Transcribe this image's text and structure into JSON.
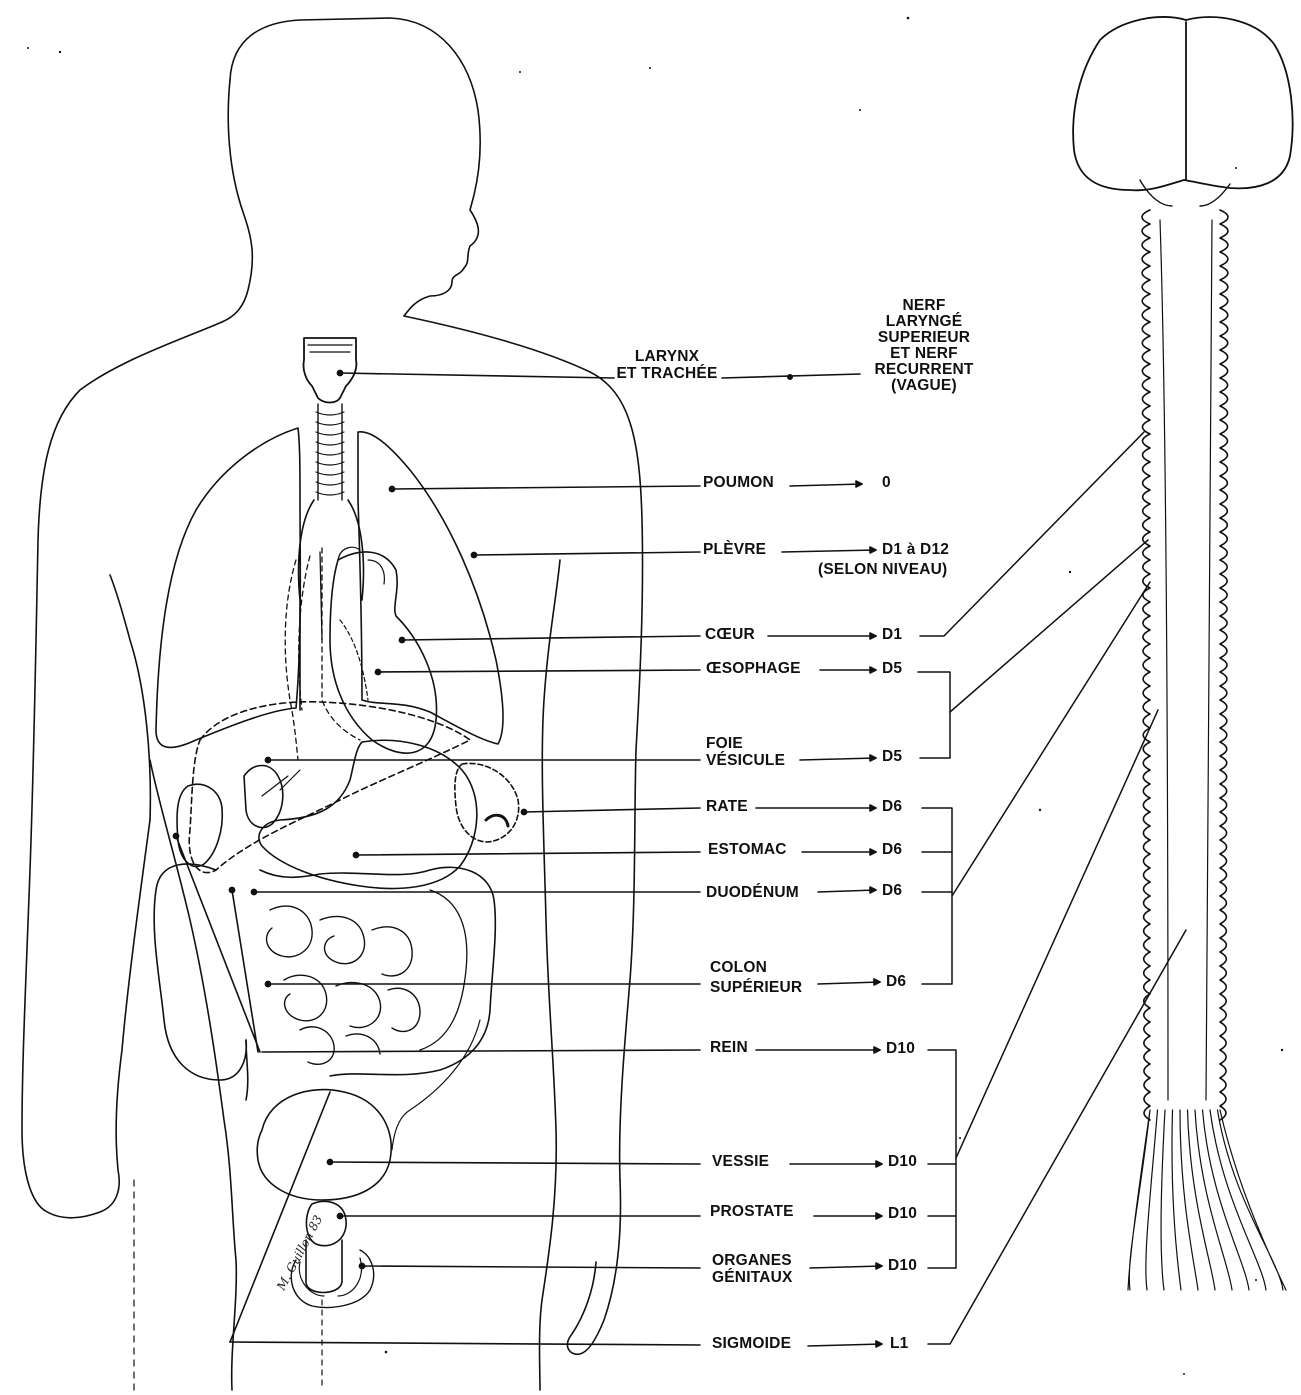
{
  "labels": {
    "larynx": [
      "LARYNX",
      "ET TRACHÉE"
    ],
    "nerve_larynx": [
      "NERF",
      "LARYNGÉ",
      "SUPERIEUR",
      "ET NERF",
      "RECURRENT",
      "(VAGUE)"
    ],
    "poumon": "POUMON",
    "poumon_level": "0",
    "plevre": "PLÈVRE",
    "plevre_level": "D1 à D12",
    "plevre_note": "(SELON NIVEAU)",
    "coeur": "CŒUR",
    "coeur_level": "D1",
    "oesophage": "ŒSOPHAGE",
    "oesophage_level": "D5",
    "foie": [
      "FOIE",
      "VÉSICULE"
    ],
    "foie_level": "D5",
    "rate": "RATE",
    "rate_level": "D6",
    "estomac": "ESTOMAC",
    "estomac_level": "D6",
    "duodenum": "DUODÉNUM",
    "duodenum_level": "D6",
    "colon": [
      "COLON",
      "SUPÉRIEUR"
    ],
    "colon_level": "D6",
    "rein": "REIN",
    "rein_level": "D10",
    "vessie": "VESSIE",
    "vessie_level": "D10",
    "prostate": "PROSTATE",
    "prostate_level": "D10",
    "organes": [
      "ORGANES",
      "GÉNITAUX"
    ],
    "organes_level": "D10",
    "sigmoide": "SIGMOIDE",
    "sigmoide_level": "L1"
  },
  "signature": "M. Guillon 83",
  "colors": {
    "ink": "#111111",
    "background": "#ffffff"
  }
}
